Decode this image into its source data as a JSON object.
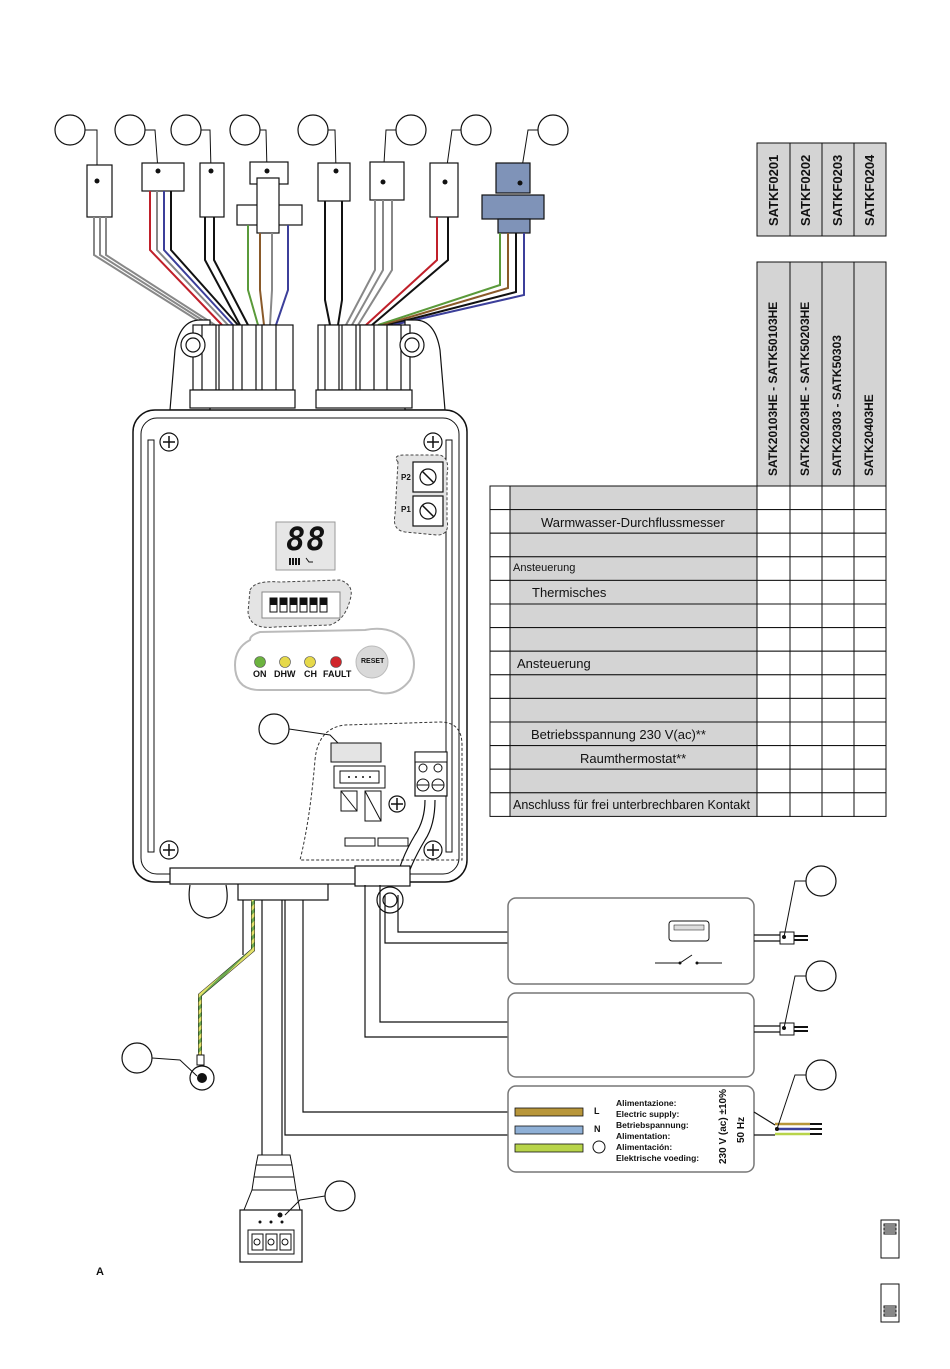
{
  "figure_label": "A",
  "product_codes_top": [
    "SATKF0201",
    "SATKF0202",
    "SATKF0203",
    "SATKF0204"
  ],
  "product_codes_models": [
    "SATK20103HE - SATK50103HE",
    "SATK20203HE - SATK50203HE",
    "SATK20303 - SATK50303",
    "SATK20403HE"
  ],
  "table_rows": [
    "",
    "Warmwasser-Durchflussmesser",
    "",
    "Ansteuerung",
    "Thermisches",
    "",
    "",
    "Ansteuerung",
    "",
    "",
    "Betriebsspannung 230 V(ac)**",
    "Raumthermostat**",
    "",
    "Anschluss für frei unterbrechbaren Kontakt"
  ],
  "display": {
    "digits": "88"
  },
  "leds": [
    {
      "label": "ON",
      "color": "#6cb33f"
    },
    {
      "label": "DHW",
      "color": "#e6d94a"
    },
    {
      "label": "CH",
      "color": "#e6d94a"
    },
    {
      "label": "FAULT",
      "color": "#d0262b"
    }
  ],
  "reset_label": "RESET",
  "potentiometers": [
    "P2",
    "P1"
  ],
  "power_supply": {
    "labels": [
      "Alimentazione:",
      "Electric supply:",
      "Betriebspannung:",
      "Alimentation:",
      "Alimentación:",
      "Elektrische voeding:"
    ],
    "terminals": [
      "L",
      "N",
      "⏚"
    ],
    "voltage": "230 V (ac) ±10%",
    "frequency": "50 Hz",
    "colors": {
      "L": "#b8963a",
      "N": "#8fb0d6",
      "earth": "#b8d44a"
    }
  },
  "wire_colors": {
    "red": "#c0202a",
    "blue": "#3c3f9a",
    "green": "#5a9a3a",
    "brown": "#8a5a2a",
    "black": "#111111",
    "grey": "#888888"
  }
}
